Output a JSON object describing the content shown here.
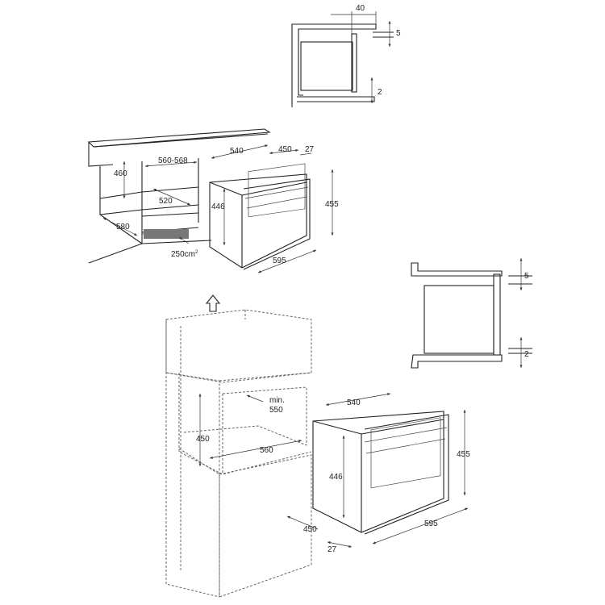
{
  "labels": {
    "a_40": "40",
    "a_5": "5",
    "a_2": "2",
    "b_540": "540",
    "b_450": "450",
    "b_27": "27",
    "b_455": "455",
    "b_446": "446",
    "b_595": "595",
    "b_460": "460",
    "b_560_568": "560-568",
    "b_520": "520",
    "b_580": "580",
    "b_250": "250cm",
    "b_250_sup": "2",
    "c_5": "5",
    "c_2": "2",
    "d_min": "min.",
    "d_550": "550",
    "d_450": "450",
    "d_560": "560",
    "d_450b": "450",
    "d_27": "27",
    "d_540": "540",
    "d_455": "455",
    "d_446": "446",
    "d_595": "595"
  }
}
